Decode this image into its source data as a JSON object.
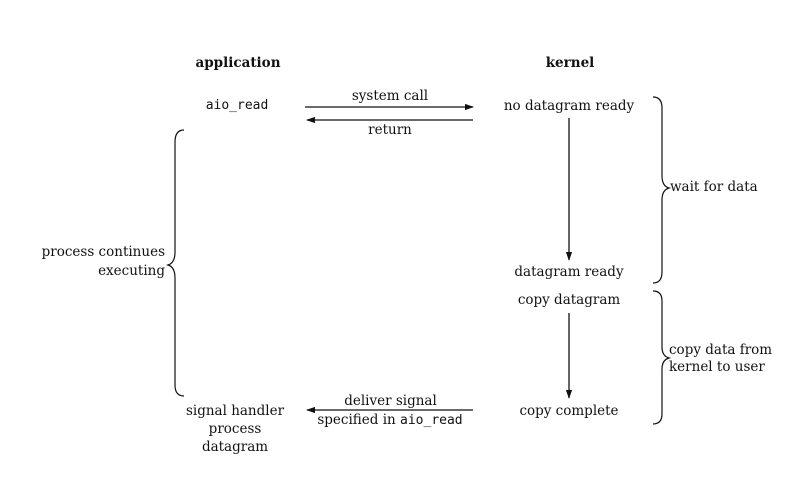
{
  "headers": {
    "application": "application",
    "kernel": "kernel"
  },
  "app": {
    "call": "aio_read",
    "process_continues_line1": "process continues",
    "process_continues_line2": "executing",
    "handler_line1": "signal handler",
    "handler_line2": "process",
    "handler_line3": "datagram"
  },
  "arrows": {
    "system_call": "system call",
    "return": "return",
    "deliver_line1": "deliver signal",
    "deliver_line2_prefix": "specified in ",
    "deliver_line2_code": "aio_read"
  },
  "kernel": {
    "no_datagram": "no datagram ready",
    "datagram_ready": "datagram ready",
    "copy_datagram": "copy datagram",
    "copy_complete": "copy complete"
  },
  "phases": {
    "wait": "wait for data",
    "copy_line1": "copy data from",
    "copy_line2": "kernel to user"
  }
}
